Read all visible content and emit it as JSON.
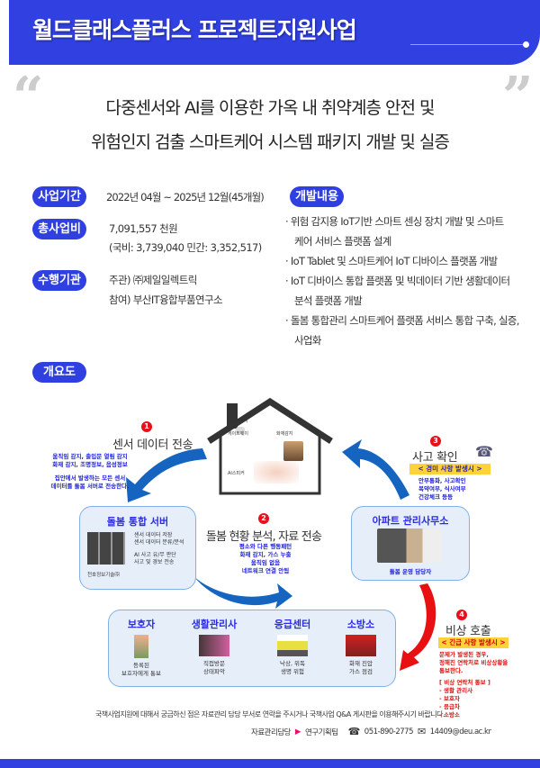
{
  "header": {
    "title": "월드클래스플러스 프로젝트지원사업"
  },
  "project_title": {
    "line1": "다중센서와 AI를 이용한 가옥 내 취약계층 안전 및",
    "line2": "위험인지 검출 스마트케어 시스템 패키지 개발 및 실증",
    "open_quote": "“",
    "close_quote": "”"
  },
  "info": {
    "period": {
      "label": "사업기간",
      "value": "2022년 04월 ~ 2025년 12월(45개월)"
    },
    "budget": {
      "label": "총사업비",
      "value": "7,091,557 천원",
      "detail": "(국비: 3,739,040  민간: 3,352,517)"
    },
    "org": {
      "label": "수행기관",
      "lead": "주관) ㈜제일일렉트릭",
      "participant": "참여) 부산IT융합부품연구소"
    }
  },
  "development": {
    "label": "개발내용",
    "items": [
      {
        "line1": "· 위험 감지용 IoT기반 스마트 센싱 장치 개발 및 스마트",
        "line2": "케어 서비스 플랫폼 설계"
      },
      {
        "line1": "· IoT Tablet 및 스마트케어 IoT 디바이스 플랫폼 개발",
        "line2": ""
      },
      {
        "line1": "· IoT 디바이스 통합 플랫폼 및 빅데이터 기반 생활데이터",
        "line2": "분석 플랫폼 개발"
      },
      {
        "line1": "· 돌봄 통합관리 스마트케어 플랫폼 서비스 통합 구축, 실증,",
        "line2": "사업화"
      }
    ]
  },
  "overview": {
    "label": "개요도",
    "house": {
      "sensors": [
        "동작감지",
        "게이트웨이",
        "화재감지",
        "AI스피커"
      ]
    },
    "step1": {
      "num": "1",
      "title": "센서 데이터 전송",
      "desc1": "움직임 감지, 출입문 열림 감지",
      "desc2": "화재 감지, 조명정보, 음성정보",
      "desc3": "집안에서 발생하는 모든 센서",
      "desc4": "데이터를 돌봄 서버로 전송한다."
    },
    "server": {
      "title": "돌봄 통합 서버",
      "lines": [
        "센서 데이터 저장",
        "센서 데이터 분류/분석",
        "AI 사고 유/무 판단",
        "사고 및 경보 전송"
      ],
      "caption": "천호정보기술㈜"
    },
    "step2": {
      "num": "2",
      "title": "돌봄 현황 분석, 자료 전송",
      "lines": [
        "평소와 다른 행동패턴",
        "화재 감지, 가스 누출",
        "움직임 없음",
        "네트워크 연결 안됨"
      ]
    },
    "step3": {
      "num": "3",
      "title": "사고 확인",
      "badge": "< 경미 사항 발생시 >",
      "lines": [
        "안부통화, 사고확인",
        "복약여부, 식사여부",
        "건강체크 등등"
      ]
    },
    "office": {
      "title": "아파트 관리사무소",
      "caption": "돌봄 운영 담당자"
    },
    "step4": {
      "num": "4",
      "title": "비상 호출",
      "badge": "< 긴급 사항 발생시 >",
      "lines": [
        "문제가 발생된 경우,",
        "정해진 연락처로 비상상황을",
        "통보한다."
      ],
      "list_title": "[ 비상 연락처 통보 ]",
      "list": [
        "- 생활 관리사",
        "- 보호자",
        "- 응급차",
        "- 소방소"
      ]
    },
    "responders": [
      {
        "title": "보호자",
        "line1": "등록된",
        "line2": "보호자에게 통보"
      },
      {
        "title": "생활관리사",
        "line1": "직접방문",
        "line2": "상태파악"
      },
      {
        "title": "응급센터",
        "line1": "낙상, 위독",
        "line2": "생명 위험"
      },
      {
        "title": "소방소",
        "line1": "화재 진압",
        "line2": "가스 점검"
      }
    ]
  },
  "footer": {
    "notice": "국책사업지원에 대해서 궁금하신 점은 자료관리 담당 부서로 연락을 주시거나 국책사업 Q&A 게시판을 이용해주시기 바랍니다.",
    "dept_label": "자료관리담당",
    "team": "연구기획팀",
    "phone": "051-890-2775",
    "email": "14409@deu.ac.kr"
  },
  "colors": {
    "brand": "#3140e0",
    "accent_red": "#e8101a",
    "highlight": "#ffd23a",
    "arrow_blue": "#1565c0"
  }
}
